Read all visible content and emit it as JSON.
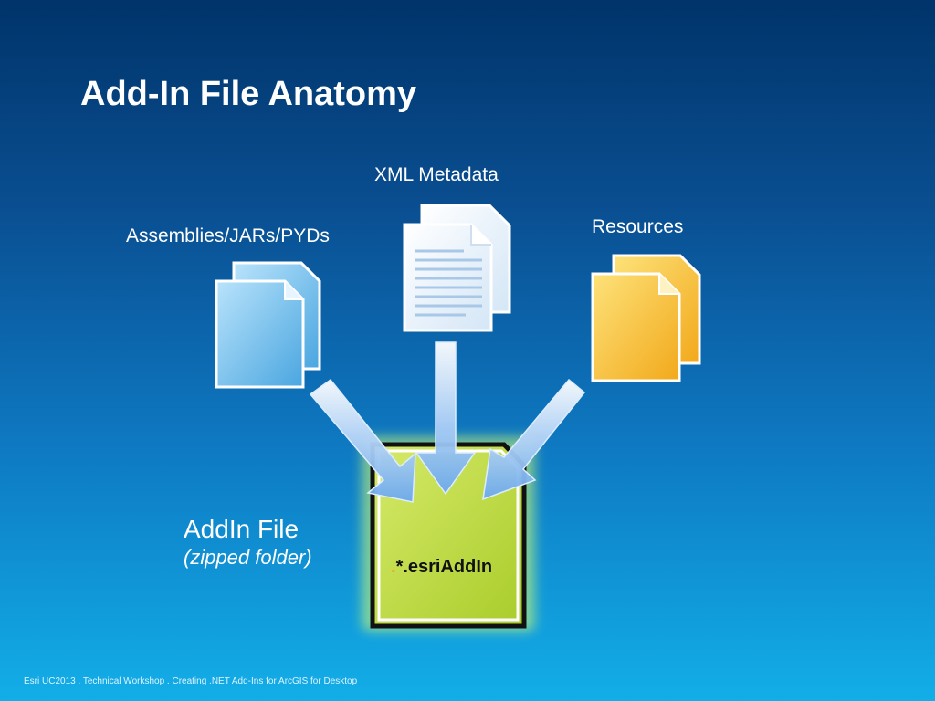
{
  "slide": {
    "title": "Add-In File Anatomy",
    "footer": "Esri UC2013 . Technical Workshop . Creating .NET Add-Ins for ArcGIS for Desktop"
  },
  "nodes": {
    "assemblies": {
      "label": "Assemblies/JARs/PYDs",
      "icon": "blue-document-stack-icon",
      "color": "#7cc4ee"
    },
    "xml": {
      "label": "XML Metadata",
      "icon": "text-document-stack-icon",
      "color": "#e8f2fb"
    },
    "resources": {
      "label": "Resources",
      "icon": "yellow-document-stack-icon",
      "color": "#f7c031"
    },
    "addin": {
      "title": "AddIn File",
      "subtitle": "(zipped folder)",
      "extension_dot": ".",
      "extension": "*.esriAddIn",
      "icon": "green-document-icon",
      "color": "#bfdc3e"
    }
  },
  "colors": {
    "background_top": "#00346a",
    "background_bottom": "#12aee8",
    "arrow": "#9ec8f5"
  }
}
